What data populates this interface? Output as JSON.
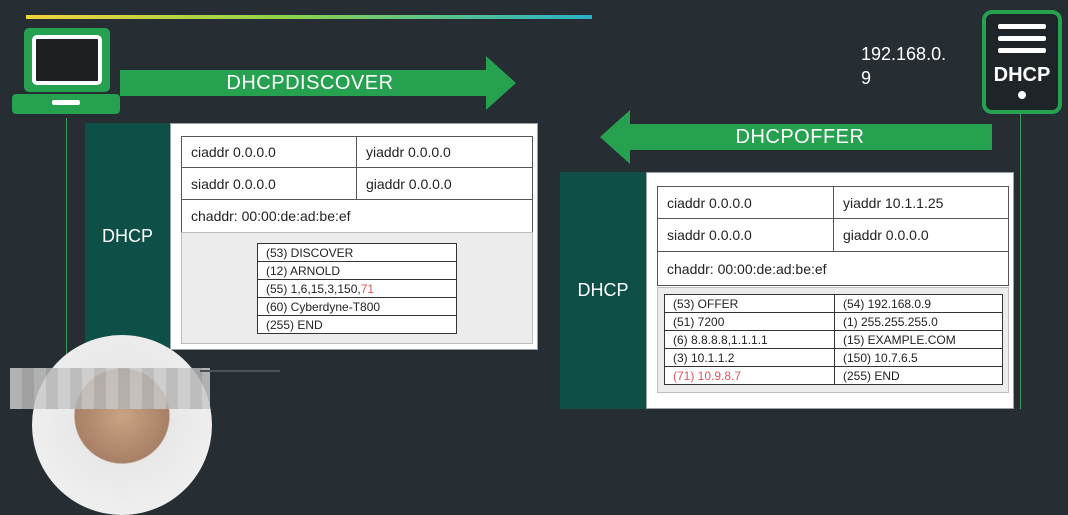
{
  "client": {
    "arrow_label": "DHCPDISCOVER",
    "side_label": "DHCP",
    "fields": {
      "ciaddr": "ciaddr 0.0.0.0",
      "yiaddr": "yiaddr 0.0.0.0",
      "siaddr": "siaddr 0.0.0.0",
      "giaddr": "giaddr 0.0.0.0",
      "chaddr": "chaddr: 00:00:de:ad:be:ef"
    },
    "options": [
      {
        "text": "(53) DISCOVER"
      },
      {
        "text": "(12) ARNOLD"
      },
      {
        "text": "(55) 1,6,15,3,150,",
        "highlight": "71"
      },
      {
        "text": "(60) Cyberdyne-T800"
      },
      {
        "text": "(255) END"
      }
    ]
  },
  "server": {
    "ip": "192.168.0.\n9",
    "icon_label": "DHCP",
    "arrow_label": "DHCPOFFER",
    "side_label": "DHCP",
    "fields": {
      "ciaddr": "ciaddr 0.0.0.0",
      "yiaddr": "yiaddr 10.1.1.25",
      "siaddr": "siaddr 0.0.0.0",
      "giaddr": "giaddr 0.0.0.0",
      "chaddr": "chaddr: 00:00:de:ad:be:ef"
    },
    "options_left": [
      "(53) OFFER",
      "(51) 7200",
      "(6) 8.8.8.8,1.1.1.1",
      "(3) 10.1.1.2",
      "(71) 10.9.8.7"
    ],
    "options_right": [
      "(54) 192.168.0.9",
      "(1) 255.255.255.0",
      "(15) EXAMPLE.COM",
      "(150) 10.7.6.5",
      "(255) END"
    ]
  },
  "colors": {
    "accent_green": "#26a150",
    "panel_teal": "#0e4f48",
    "background": "#262d33",
    "highlight_red": "#e0555b"
  },
  "icons": {
    "client": "laptop-icon",
    "server": "server-icon"
  }
}
